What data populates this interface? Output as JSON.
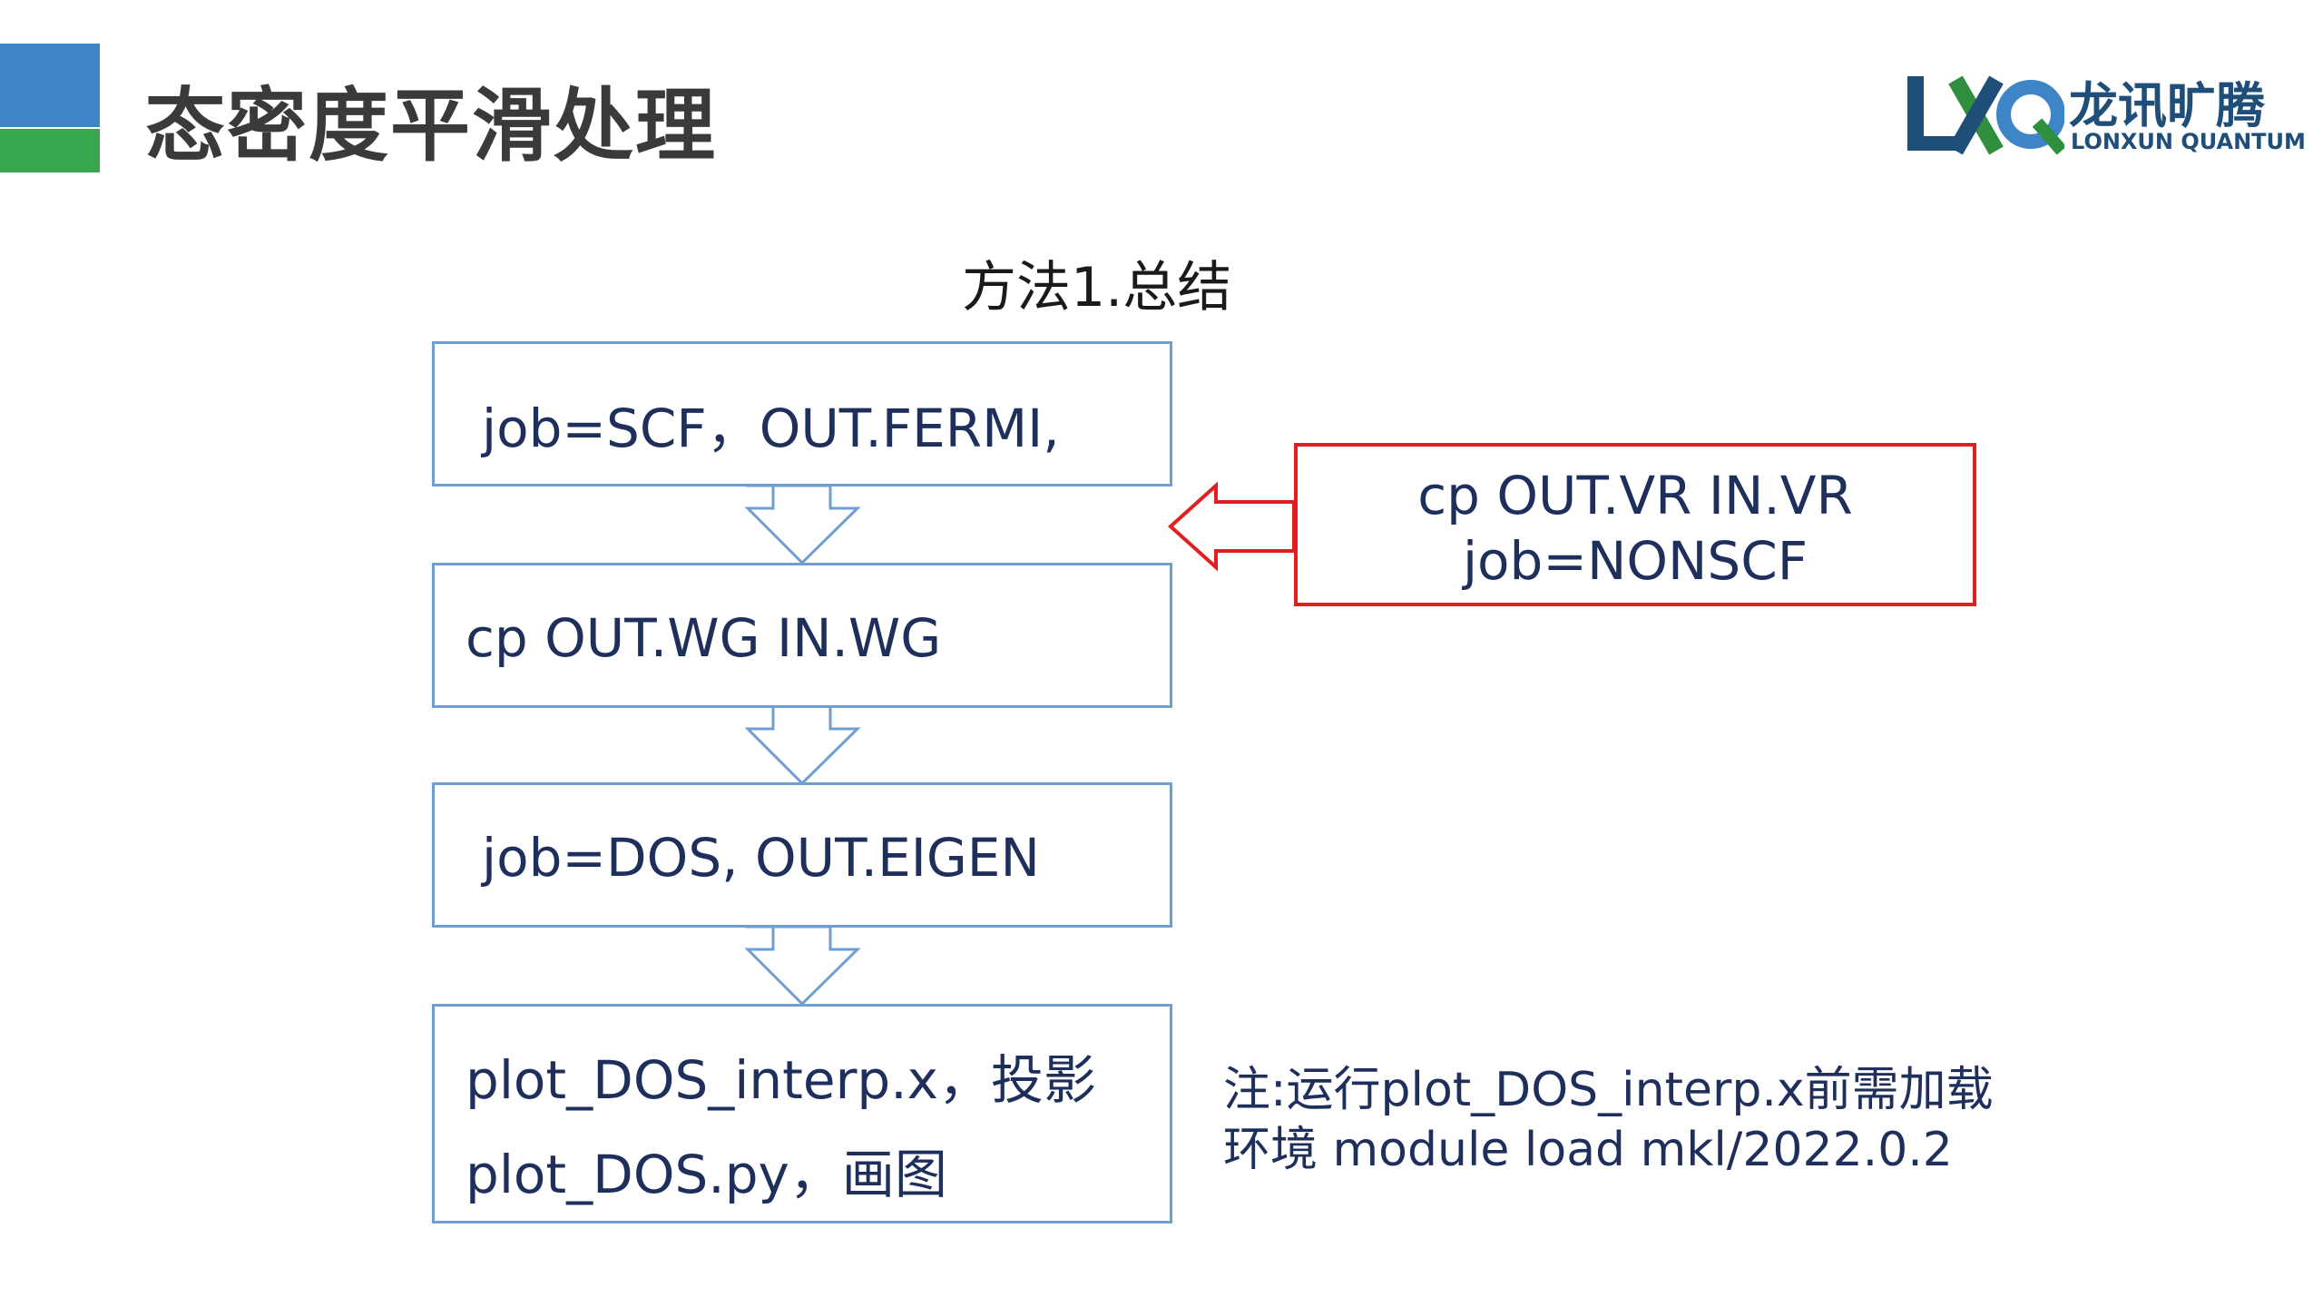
{
  "header": {
    "title": "态密度平滑处理",
    "logo": {
      "mark": "LXQ",
      "cn": "龙讯旷腾",
      "en": "LONXUN QUANTUM"
    }
  },
  "diagram": {
    "subtitle": "方法1.总结",
    "steps": [
      {
        "text": "job=SCF，OUT.FERMI,"
      },
      {
        "text": "cp OUT.WG IN.WG"
      },
      {
        "text": "job=DOS, OUT.EIGEN"
      },
      {
        "line1": "plot_DOS_interp.x，投影",
        "line2": "plot_DOS.py，画图"
      }
    ],
    "side_box": {
      "line1": "cp OUT.VR IN.VR",
      "line2": "job=NONSCF"
    },
    "note": {
      "line1": "注:运行plot_DOS_interp.x前需加载",
      "line2": "环境 module load mkl/2022.0.2"
    }
  },
  "colors": {
    "accent_blue": "#3d85c6",
    "accent_green": "#36a64f",
    "box_border": "#6f9fd2",
    "highlight_red": "#e02020",
    "text_navy": "#1f2f5c"
  }
}
